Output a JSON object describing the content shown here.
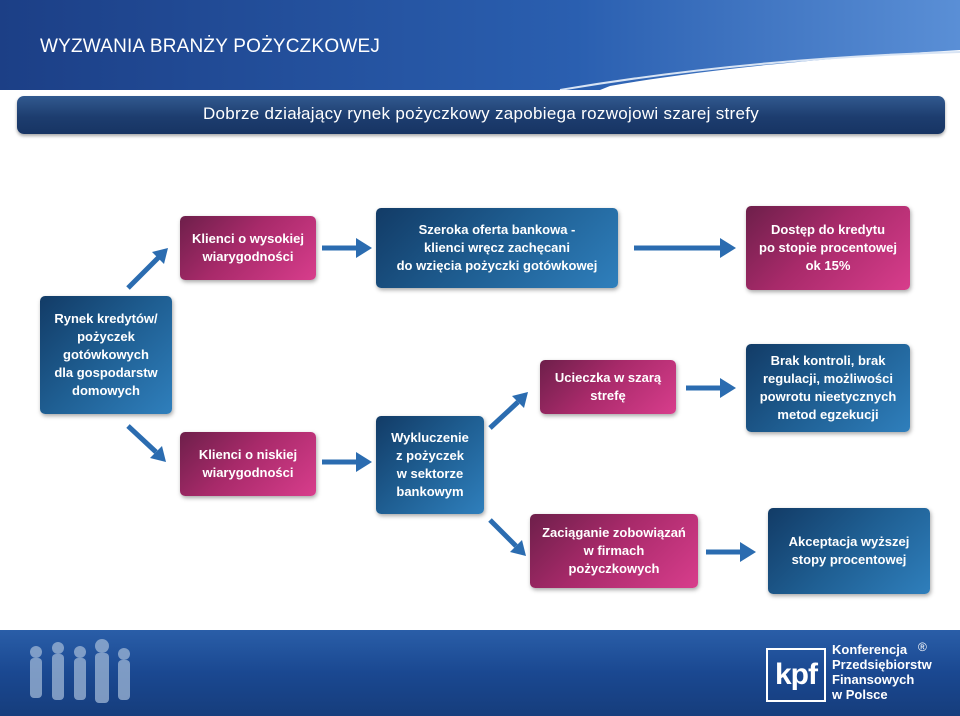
{
  "header": {
    "title": "WYZWANIA BRANŻY POŻYCZKOWEJ",
    "subtitle": "Dobrze działający rynek pożyczkowy zapobiega rozwojowi szarej strefy"
  },
  "diagram": {
    "nodes": {
      "rynek": [
        "Rynek kredytów/",
        "pożyczek",
        "gotówkowych",
        "dla gospodarstw",
        "domowych"
      ],
      "wysoka": [
        "Klienci o wysokiej",
        "wiarygodności"
      ],
      "niska": [
        "Klienci o niskiej",
        "wiarygodności"
      ],
      "oferta": [
        "Szeroka oferta bankowa -",
        "klienci wręcz zachęcani",
        "do wzięcia pożyczki gotówkowej"
      ],
      "dostep": [
        "Dostęp do kredytu",
        "po stopie procentowej",
        "ok 15%"
      ],
      "wykluczenie": [
        "Wykluczenie",
        "z pożyczek",
        "w sektorze",
        "bankowym"
      ],
      "ucieczka": [
        "Ucieczka w szarą",
        "strefę"
      ],
      "brak": [
        "Brak kontroli, brak",
        "regulacji, możliwości",
        "powrotu nieetycznych",
        "metod egzekucji"
      ],
      "zaciaganie": [
        "Zaciąganie zobowiązań",
        "w firmach",
        "pożyczkowych"
      ],
      "akceptacja": [
        "Akceptacja wyższej",
        "stopy procentowej"
      ]
    },
    "colors": {
      "pink": "#c0306f",
      "blue": "#1f5f93",
      "arrow": "#2b6cb0"
    }
  },
  "footer": {
    "logo_text": "kpf",
    "org_lines": [
      "Konferencja",
      "Przedsiębiorstw",
      "Finansowych",
      "w Polsce"
    ],
    "registered": "®"
  }
}
